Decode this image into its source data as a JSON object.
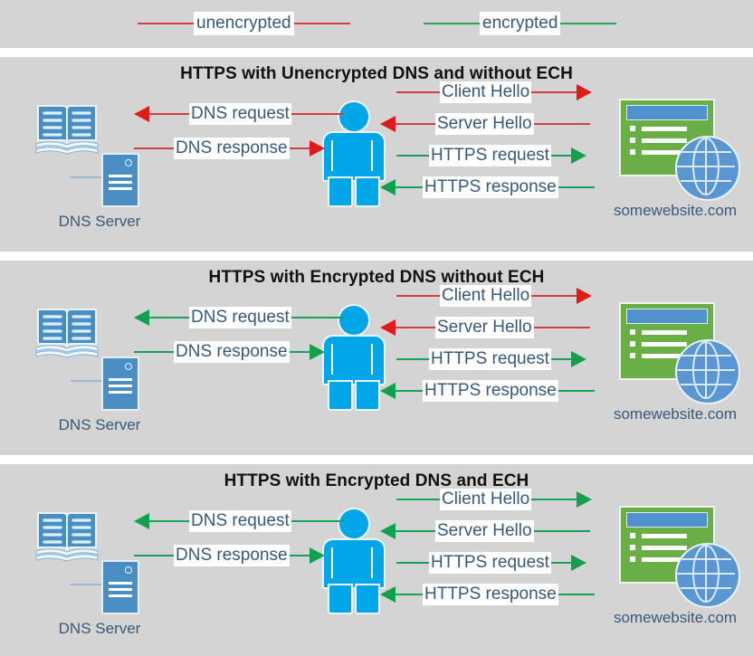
{
  "legend": {
    "items": [
      {
        "label": "unencrypted",
        "color": "#cc4040",
        "kind": "unencrypted"
      },
      {
        "label": "encrypted",
        "color": "#2aa05f",
        "kind": "encrypted"
      }
    ]
  },
  "common": {
    "dns_server_label": "DNS Server",
    "website_label": "somewebsite.com",
    "icons": {
      "dns": "book-icon",
      "server": "server-tower-icon",
      "person": "person-icon",
      "browser": "browser-window-icon",
      "globe": "globe-icon"
    },
    "colors": {
      "panel_background": "#d4d4d4",
      "page_background": "#ffffff",
      "text_blue": "#3a587a",
      "title_black": "#111111",
      "red_line": "#cc4040",
      "red_arrow": "#e01b1b",
      "green_line": "#19a05c",
      "green_arrow": "#12a04f",
      "person_blue": "#00a6e8",
      "server_blue": "#4a8fc4",
      "browser_green": "#6aaf46",
      "browser_bar_blue": "#4f90cd",
      "globe_blue": "#5a96d2"
    }
  },
  "panels": [
    {
      "id": "panel-1",
      "title": "HTTPS with Unencrypted DNS and without ECH",
      "dns_flows": [
        {
          "label": "DNS request",
          "direction": "left",
          "encrypted": false
        },
        {
          "label": "DNS response",
          "direction": "right",
          "encrypted": false
        }
      ],
      "web_flows": [
        {
          "label": "Client Hello",
          "direction": "right",
          "encrypted": false
        },
        {
          "label": "Server Hello",
          "direction": "left",
          "encrypted": false
        },
        {
          "label": "HTTPS request",
          "direction": "right",
          "encrypted": true
        },
        {
          "label": "HTTPS response",
          "direction": "left",
          "encrypted": true
        }
      ]
    },
    {
      "id": "panel-2",
      "title": "HTTPS with Encrypted DNS without ECH",
      "dns_flows": [
        {
          "label": "DNS request",
          "direction": "left",
          "encrypted": true
        },
        {
          "label": "DNS response",
          "direction": "right",
          "encrypted": true
        }
      ],
      "web_flows": [
        {
          "label": "Client Hello",
          "direction": "right",
          "encrypted": false
        },
        {
          "label": "Server Hello",
          "direction": "left",
          "encrypted": false
        },
        {
          "label": "HTTPS request",
          "direction": "right",
          "encrypted": true
        },
        {
          "label": "HTTPS response",
          "direction": "left",
          "encrypted": true
        }
      ]
    },
    {
      "id": "panel-3",
      "title": "HTTPS with Encrypted DNS and ECH",
      "dns_flows": [
        {
          "label": "DNS request",
          "direction": "left",
          "encrypted": true
        },
        {
          "label": "DNS response",
          "direction": "right",
          "encrypted": true
        }
      ],
      "web_flows": [
        {
          "label": "Client Hello",
          "direction": "right",
          "encrypted": true
        },
        {
          "label": "Server Hello",
          "direction": "left",
          "encrypted": true
        },
        {
          "label": "HTTPS request",
          "direction": "right",
          "encrypted": true
        },
        {
          "label": "HTTPS response",
          "direction": "left",
          "encrypted": true
        }
      ]
    }
  ]
}
